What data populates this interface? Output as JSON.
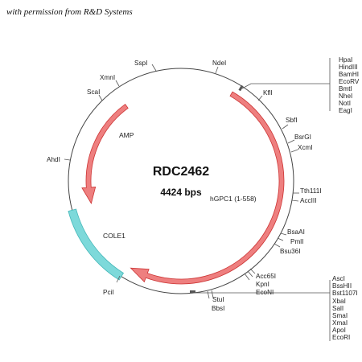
{
  "credit": "with permission from R&D Systems",
  "plasmid": {
    "name": "RDC2462",
    "size": "4424 bps"
  },
  "features": {
    "amp": "AMP",
    "cole1": "COLE1",
    "insert": "hGPC1 (1-558)"
  },
  "colors": {
    "arrow_fill": "#ee7f7f",
    "arrow_stroke": "#cc3333",
    "ori_fill": "#7dd9da",
    "ori_stroke": "#45b8b9",
    "backbone": "#444444"
  },
  "sites": {
    "sspi": "SspI",
    "ndei": "NdeI",
    "xmni": "XmnI",
    "scai": "ScaI",
    "kfli": "KflI",
    "sbfi": "SbfI",
    "bsrgi": "BsrGI",
    "xcmi": "XcmI",
    "ahdi": "AhdI",
    "tth111i": "Tth111I",
    "acciii": "AccIII",
    "bsaai": "BsaAI",
    "pmli": "PmlI",
    "bsu36i": "Bsu36I",
    "acc65i": "Acc65I",
    "kpni": "KpnI",
    "econi": "EcoNI",
    "pcii": "PciI",
    "stui": "StuI",
    "bbsi": "BbsI"
  },
  "mcs_top": [
    "HpaI",
    "HindIII",
    "BamHI",
    "EcoRV",
    "BmtI",
    "NheI",
    "NotI",
    "EagI"
  ],
  "mcs_bottom": [
    "AscI",
    "BssHII",
    "Bst1107I",
    "XbaI",
    "SalI",
    "SmaI",
    "XmaI",
    "ApoI",
    "EcoRI"
  ]
}
